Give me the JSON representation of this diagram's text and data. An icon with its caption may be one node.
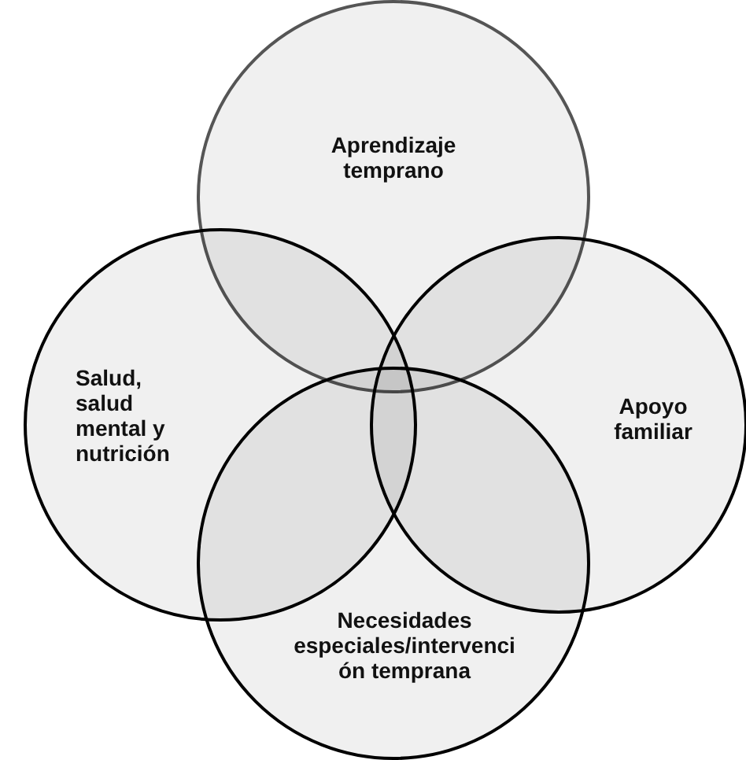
{
  "diagram": {
    "nodes": [
      {
        "text": [
          "Aprendizaje temprano"
        ]
      },
      {
        "text": [
          "Salud, salud mental y nutrición"
        ]
      },
      {
        "text": [
          "Apoyo familiar"
        ]
      },
      {
        "text": [
          "Necesidades especiales/intervenci ón temprana"
        ]
      }
    ]
  }
}
